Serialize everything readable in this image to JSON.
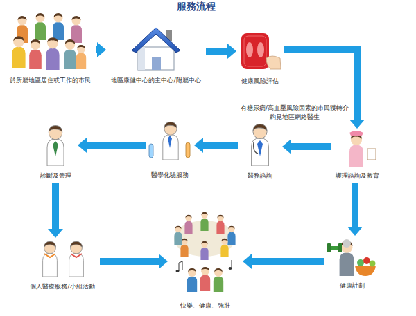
{
  "diagram": {
    "title": "服務流程",
    "nodes": [
      {
        "text": [
          "於所屬地區居住或工作的市民"
        ]
      },
      {
        "text": [
          "地區康健中心的主中心/附屬中心"
        ]
      },
      {
        "text": [
          "健康風險評估"
        ]
      },
      {
        "text": [
          "護理諮詢及教育"
        ]
      },
      {
        "text": [
          "醫務諮詢"
        ]
      },
      {
        "text": [
          "醫學化驗服務"
        ]
      },
      {
        "text": [
          "診斷及管理"
        ]
      },
      {
        "text": [
          "個人醫療服務/小組活動"
        ]
      },
      {
        "text": [
          "快樂、健康、強壯"
        ]
      },
      {
        "text": [
          "健康計劃"
        ]
      }
    ],
    "edges": [
      {
        "from": 0,
        "to": 1,
        "arrow": "to"
      },
      {
        "from": 1,
        "to": 2,
        "arrow": "to"
      },
      {
        "from": 2,
        "to": 3,
        "label": "有糖尿病/高血壓風險因素的市民獲轉介 約見地區網絡醫生",
        "arrow": "to"
      },
      {
        "from": 3,
        "to": 4,
        "arrow": "to"
      },
      {
        "from": 4,
        "to": 5,
        "arrow": "to"
      },
      {
        "from": 5,
        "to": 6,
        "arrow": "to"
      },
      {
        "from": 6,
        "to": 7,
        "arrow": "to"
      },
      {
        "from": 7,
        "to": 8,
        "arrow": "to"
      },
      {
        "from": 3,
        "to": 9,
        "arrow": "to"
      },
      {
        "from": 9,
        "to": 8,
        "arrow": "to"
      }
    ]
  }
}
